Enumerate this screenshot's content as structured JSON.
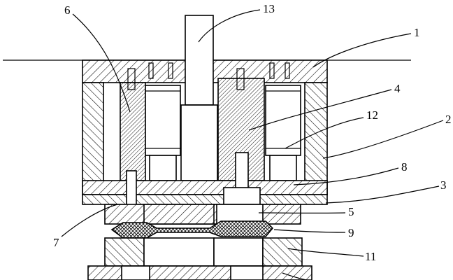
{
  "labels": {
    "l1": "1",
    "l2": "2",
    "l3": "3",
    "l4": "4",
    "l5": "5",
    "l6": "6",
    "l7": "7",
    "l8": "8",
    "l9": "9",
    "l11": "11",
    "l12": "12",
    "l13": "13"
  },
  "colors": {
    "line": "#000000",
    "background": "#ffffff"
  }
}
